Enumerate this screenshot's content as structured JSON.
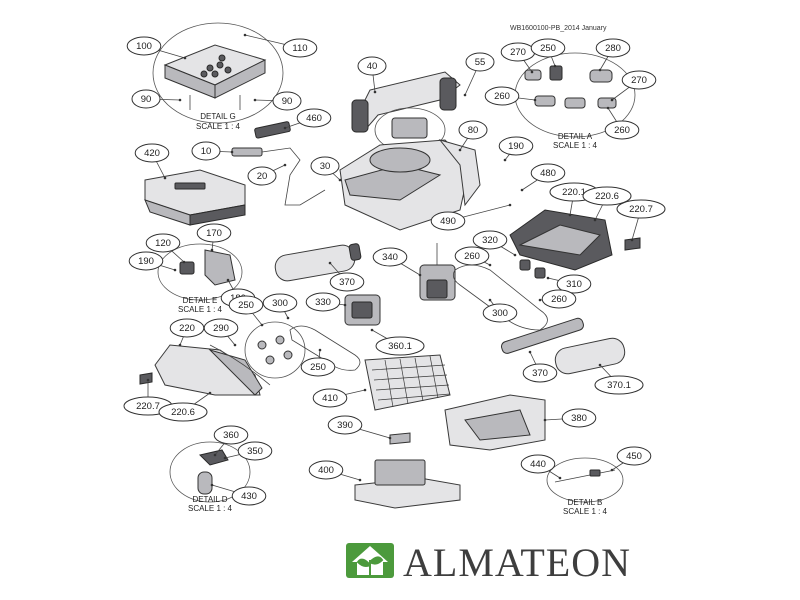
{
  "document_ref": "WB1600100-PB_2014 January",
  "brand": {
    "name": "ALMATEON",
    "logo_color": "#4c9a3c"
  },
  "details": [
    {
      "id": "g",
      "title": "DETAIL G",
      "scale": "SCALE 1 : 4"
    },
    {
      "id": "a",
      "title": "DETAIL A",
      "scale": "SCALE 1 : 4"
    },
    {
      "id": "e",
      "title": "DETAIL E",
      "scale": "SCALE 1 : 4"
    },
    {
      "id": "d",
      "title": "DETAIL D",
      "scale": "SCALE 1 : 4"
    },
    {
      "id": "b",
      "title": "DETAIL B",
      "scale": "SCALE 1 : 4"
    }
  ],
  "callouts": [
    "100",
    "110",
    "90",
    "90",
    "460",
    "10",
    "20",
    "420",
    "40",
    "55",
    "270",
    "250",
    "280",
    "270",
    "260",
    "260",
    "80",
    "30",
    "190",
    "480",
    "490",
    "220.1",
    "220.6",
    "220.7",
    "120",
    "170",
    "190",
    "180",
    "370",
    "340",
    "320",
    "260",
    "310",
    "260",
    "300",
    "250",
    "330",
    "300",
    "360.1",
    "250",
    "220",
    "290",
    "220.7",
    "220.6",
    "370",
    "370.1",
    "410",
    "380",
    "390",
    "400",
    "360",
    "350",
    "430",
    "440",
    "450"
  ]
}
